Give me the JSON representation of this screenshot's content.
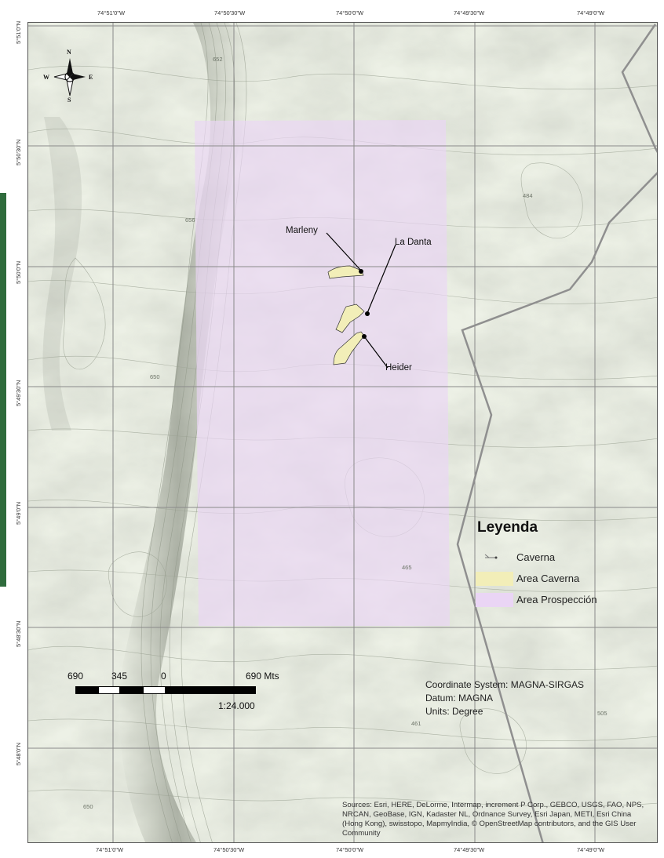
{
  "map": {
    "longitude_labels": [
      "74°51'0\"W",
      "74°50'30\"W",
      "74°50'0\"W",
      "74°49'30\"W",
      "74°49'0\"W"
    ],
    "latitude_labels": [
      "5°51'0\"N",
      "5°50'30\"N",
      "5°50'0\"N",
      "5°49'30\"N",
      "5°49'0\"N",
      "5°48'30\"N",
      "5°48'0\"N"
    ],
    "contour_labels": [
      "652",
      "484",
      "656",
      "650",
      "465",
      "461",
      "505",
      "650"
    ],
    "colors": {
      "area_caverna": "#f2eeb8",
      "area_prospeccion": "#ead5f5",
      "boundary": "#8f8f8f",
      "grid": "#8a8a8a"
    }
  },
  "north_arrow": {
    "n": "N",
    "s": "S",
    "e": "E",
    "w": "W",
    "icon": "compass-rose-icon"
  },
  "caves": [
    {
      "name": "Marleny"
    },
    {
      "name": "La Danta"
    },
    {
      "name": "Heider"
    }
  ],
  "legend": {
    "title": "Leyenda",
    "items": [
      {
        "label": "Caverna",
        "icon": "cave-point-icon"
      },
      {
        "label": "Area Caverna",
        "color": "#f2eeb8"
      },
      {
        "label": "Area Prospección",
        "color": "#ead5f5"
      }
    ]
  },
  "scale_bar": {
    "labels": [
      "690",
      "345",
      "0",
      "690 Mts"
    ],
    "ratio": "1:24.000"
  },
  "coordinate_info": {
    "system": "Coordinate System: MAGNA-SIRGAS",
    "datum": "Datum: MAGNA",
    "units": "Units: Degree"
  },
  "credits": "Sources: Esri, HERE, DeLorme, Intermap, increment P Corp., GEBCO, USGS, FAO, NPS, NRCAN, GeoBase, IGN, Kadaster NL, Ordnance Survey, Esri Japan, METI, Esri China (Hong Kong), swisstopo, MapmyIndia, © OpenStreetMap contributors, and the GIS User Community"
}
